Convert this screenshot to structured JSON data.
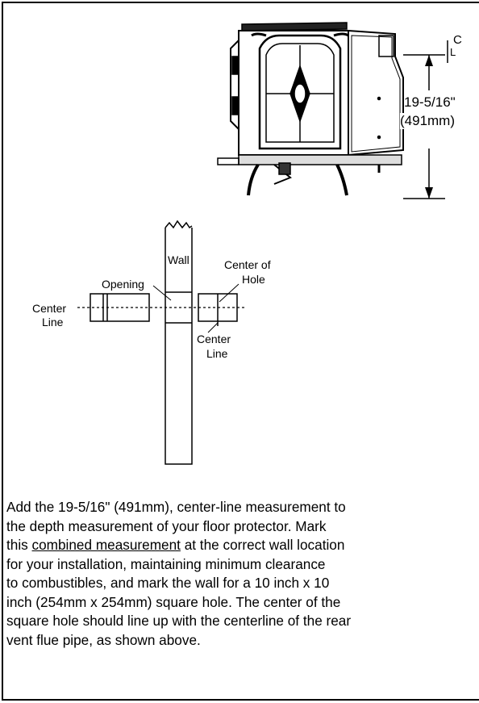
{
  "stove_figure": {
    "dimension_inches": "19-5/16\"",
    "dimension_mm": "(491mm)",
    "centerline_symbol_top": "C",
    "centerline_symbol_bottom": "L"
  },
  "wall_figure": {
    "wall_label": "Wall",
    "opening_label": "Opening",
    "center_of_hole_label_1": "Center of",
    "center_of_hole_label_2": "Hole",
    "center_line_left_1": "Center",
    "center_line_left_2": "Line",
    "center_line_right_1": "Center",
    "center_line_right_2": "Line"
  },
  "instructions": {
    "line1": "Add the 19-5/16\" (491mm), center-line measurement to",
    "line2": "the depth measurement of your floor protector.  Mark",
    "line3_pre": "this ",
    "line3_underlined": "combined measurement",
    "line3_post": " at the correct wall location",
    "line4": "for your installation, maintaining minimum clearance",
    "line5": "to combustibles, and mark the wall for a 10 inch x 10",
    "line6": "inch (254mm x 254mm) square hole. The center of the",
    "line7": "square hole should line up with the centerline of the rear",
    "line8": "vent flue pipe, as shown above."
  }
}
